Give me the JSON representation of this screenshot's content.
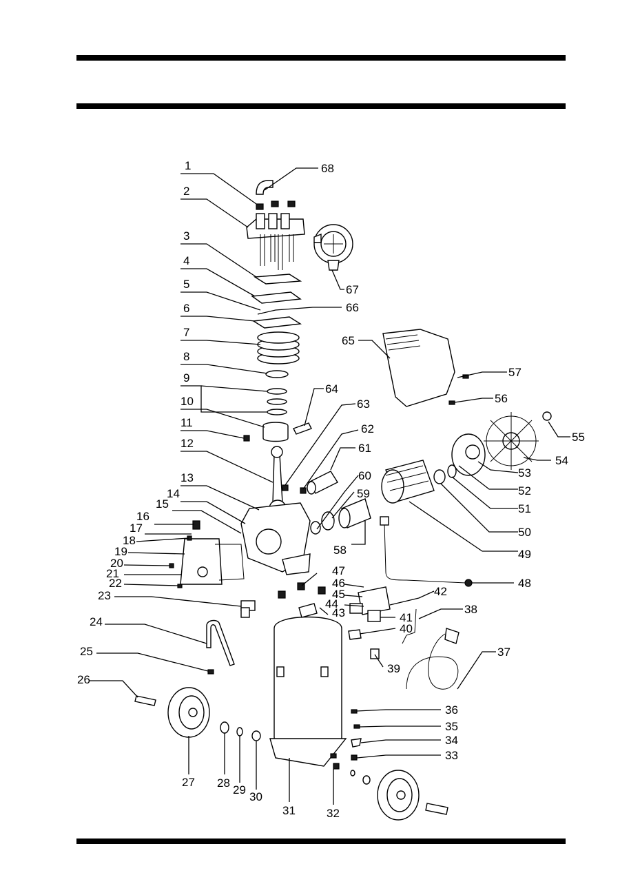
{
  "labels": {
    "p1": "1",
    "p2": "2",
    "p3": "3",
    "p4": "4",
    "p5": "5",
    "p6": "6",
    "p7": "7",
    "p8": "8",
    "p9": "9",
    "p10": "10",
    "p11": "11",
    "p12": "12",
    "p13": "13",
    "p14": "14",
    "p15": "15",
    "p16": "16",
    "p17": "17",
    "p18": "18",
    "p19": "19",
    "p20": "20",
    "p21": "21",
    "p22": "22",
    "p23": "23",
    "p24": "24",
    "p25": "25",
    "p26": "26",
    "p27": "27",
    "p28": "28",
    "p29": "29",
    "p30": "30",
    "p31": "31",
    "p32": "32",
    "p33": "33",
    "p34": "34",
    "p35": "35",
    "p36": "36",
    "p37": "37",
    "p38": "38",
    "p39": "39",
    "p40": "40",
    "p41": "41",
    "p42": "42",
    "p43": "43",
    "p44": "44",
    "p45": "45",
    "p46": "46",
    "p47": "47",
    "p48": "48",
    "p49": "49",
    "p50": "50",
    "p51": "51",
    "p52": "52",
    "p53": "53",
    "p54": "54",
    "p55": "55",
    "p56": "56",
    "p57": "57",
    "p58": "58",
    "p59": "59",
    "p60": "60",
    "p61": "61",
    "p62": "62",
    "p63": "63",
    "p64": "64",
    "p65": "65",
    "p66": "66",
    "p67": "67",
    "p68": "68"
  }
}
